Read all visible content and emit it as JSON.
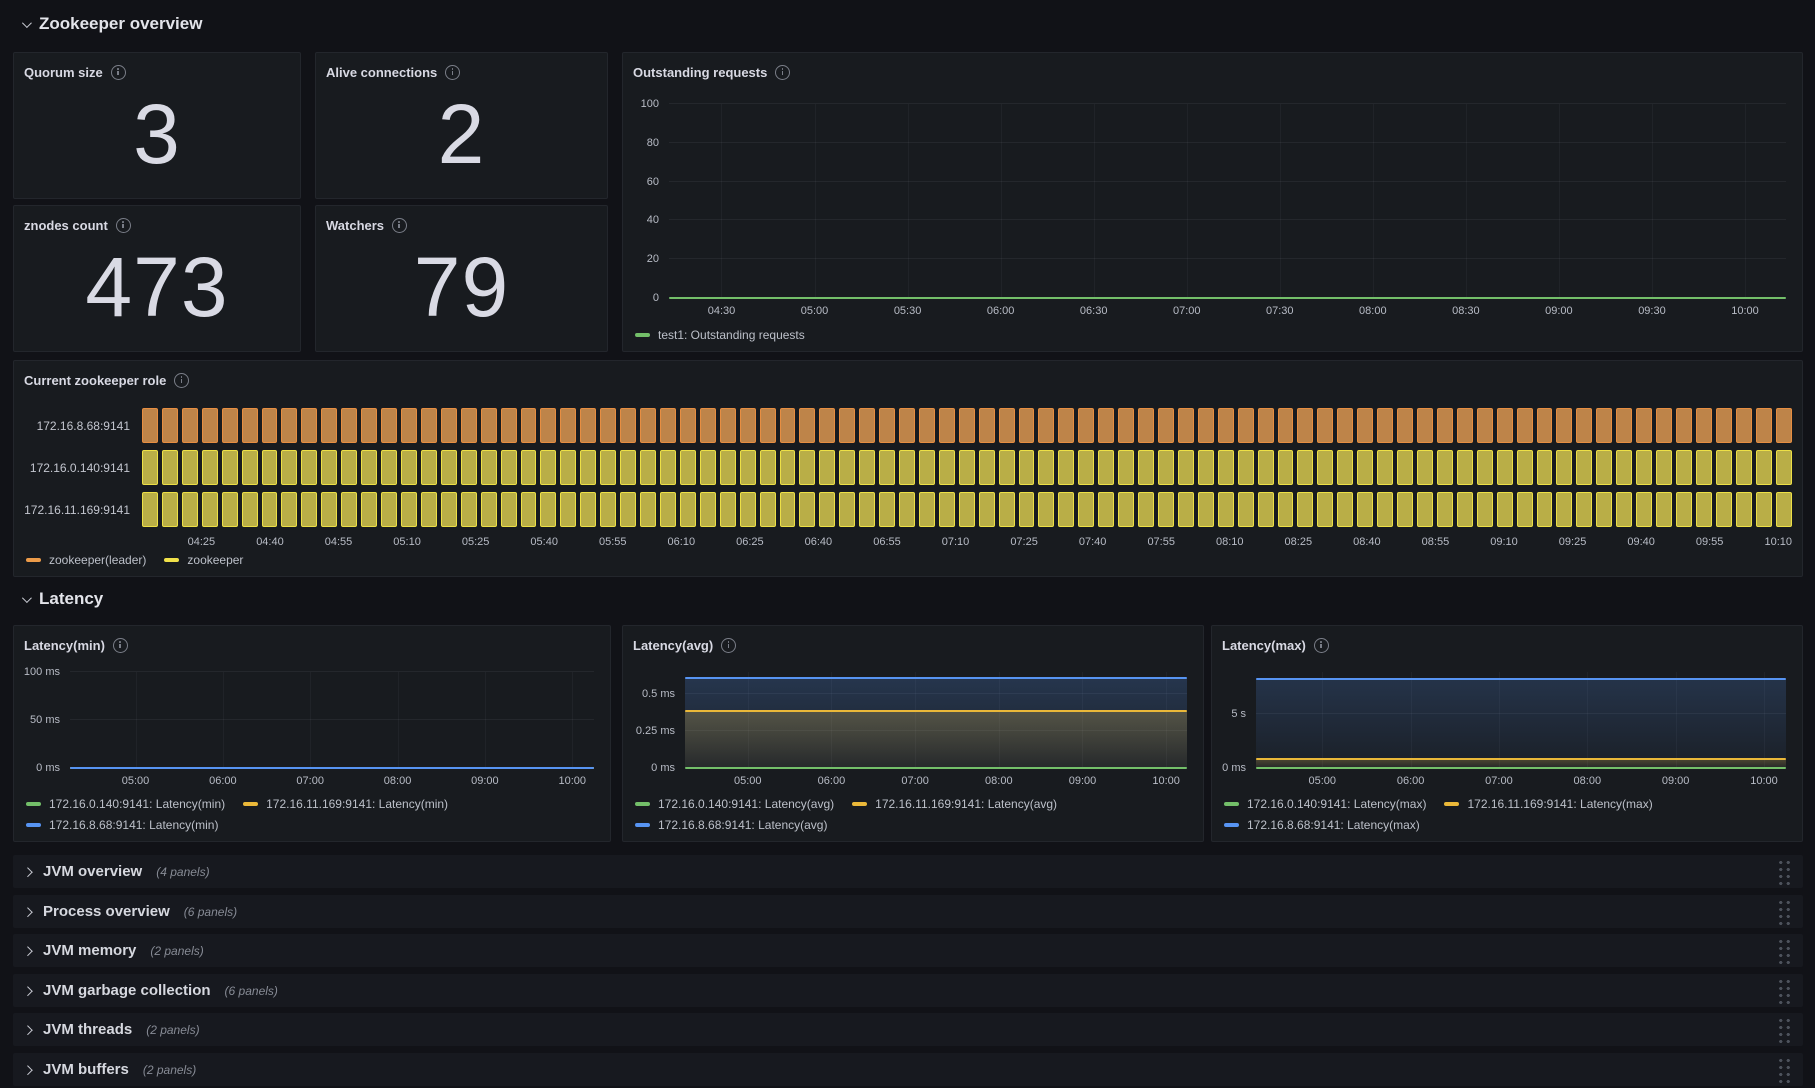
{
  "sections": {
    "zookeeper": {
      "title": "Zookeeper overview"
    },
    "latency": {
      "title": "Latency"
    }
  },
  "stats": {
    "quorum": {
      "title": "Quorum size",
      "value": "3"
    },
    "alive": {
      "title": "Alive connections",
      "value": "2"
    },
    "znodes": {
      "title": "znodes count",
      "value": "473"
    },
    "watchers": {
      "title": "Watchers",
      "value": "79"
    }
  },
  "chart_data": [
    {
      "id": "outstanding",
      "type": "line",
      "title": "Outstanding requests",
      "ylim": [
        0,
        100
      ],
      "y_ticks": [
        {
          "label": "100",
          "pct": 100
        },
        {
          "label": "80",
          "pct": 80
        },
        {
          "label": "60",
          "pct": 60
        },
        {
          "label": "40",
          "pct": 40
        },
        {
          "label": "20",
          "pct": 20
        },
        {
          "label": "0",
          "pct": 0
        }
      ],
      "x_ticks": [
        "04:30",
        "05:00",
        "05:30",
        "06:00",
        "06:30",
        "07:00",
        "07:30",
        "08:00",
        "08:30",
        "09:00",
        "09:30",
        "10:00"
      ],
      "tick_start_pct": 4.7,
      "tick_step_pct": 8.33,
      "series": [
        {
          "name": "test1: Outstanding requests",
          "color": "#73BF69",
          "value": 0,
          "pct": 0
        }
      ],
      "legend": [
        [
          {
            "label": "test1: Outstanding requests",
            "color": "#73BF69"
          }
        ]
      ]
    },
    {
      "id": "role",
      "type": "state-timeline",
      "title": "Current zookeeper role",
      "rows": [
        {
          "label": "172.16.8.68:9141",
          "state": "zookeeper(leader)"
        },
        {
          "label": "172.16.0.140:9141",
          "state": "zookeeper"
        },
        {
          "label": "172.16.11.169:9141",
          "state": "zookeeper"
        }
      ],
      "states": {
        "zookeeper(leader)": {
          "border": "#E78E41",
          "fill": "#BE8449"
        },
        "zookeeper": {
          "border": "#EDE046",
          "fill": "#B9AE47"
        }
      },
      "segments": 83,
      "x_ticks": [
        "04:25",
        "04:40",
        "04:55",
        "05:10",
        "05:25",
        "05:40",
        "05:55",
        "06:10",
        "06:25",
        "06:40",
        "06:55",
        "07:10",
        "07:25",
        "07:40",
        "07:55",
        "08:10",
        "08:25",
        "08:40",
        "08:55",
        "09:10",
        "09:25",
        "09:40",
        "09:55",
        "10:10"
      ],
      "tick_start_pct": 3.6,
      "tick_step_pct": 4.155,
      "legend": [
        [
          {
            "label": "zookeeper(leader)",
            "color": "#EC9B49"
          },
          {
            "label": "zookeeper",
            "color": "#F0E14A"
          }
        ]
      ]
    },
    {
      "id": "latency_min",
      "type": "line",
      "title": "Latency(min)",
      "ylim": [
        "0 ms",
        "100 ms"
      ],
      "y_ticks": [
        {
          "label": "100 ms",
          "pct": 100
        },
        {
          "label": "50 ms",
          "pct": 50
        },
        {
          "label": "0 ms",
          "pct": 0
        }
      ],
      "x_ticks": [
        "05:00",
        "06:00",
        "07:00",
        "08:00",
        "09:00",
        "10:00"
      ],
      "tick_start_pct": 12.5,
      "tick_step_pct": 16.67,
      "series": [
        {
          "name": "172.16.0.140:9141: Latency(min)",
          "color": "#73BF69",
          "value": "0 ms",
          "pct": 0
        },
        {
          "name": "172.16.11.169:9141: Latency(min)",
          "color": "#EAB839",
          "value": "0 ms",
          "pct": 0
        },
        {
          "name": "172.16.8.68:9141: Latency(min)",
          "color": "#5794F2",
          "value": "0 ms",
          "pct": 0
        }
      ],
      "legend": [
        [
          {
            "label": "172.16.0.140:9141: Latency(min)",
            "color": "#73BF69"
          },
          {
            "label": "172.16.11.169:9141: Latency(min)",
            "color": "#EAB839"
          }
        ],
        [
          {
            "label": "172.16.8.68:9141: Latency(min)",
            "color": "#5794F2"
          }
        ]
      ]
    },
    {
      "id": "latency_avg",
      "type": "line",
      "title": "Latency(avg)",
      "ylim": [
        "0 ms",
        "0.65 ms"
      ],
      "y_ticks": [
        {
          "label": "0.5 ms",
          "pct": 77
        },
        {
          "label": "0.25 ms",
          "pct": 38.5
        },
        {
          "label": "0 ms",
          "pct": 0
        }
      ],
      "x_ticks": [
        "05:00",
        "06:00",
        "07:00",
        "08:00",
        "09:00",
        "10:00"
      ],
      "tick_start_pct": 12.5,
      "tick_step_pct": 16.67,
      "series": [
        {
          "name": "172.16.0.140:9141: Latency(avg)",
          "color": "#73BF69",
          "value": "0 ms",
          "pct": 0
        },
        {
          "name": "172.16.11.169:9141: Latency(avg)",
          "color": "#EAB839",
          "value": "0.38 ms",
          "pct": 59,
          "fill_top": "rgba(234,184,57,0.28)",
          "fill_bottom": "rgba(234,184,57,0.05)"
        },
        {
          "name": "172.16.8.68:9141: Latency(avg)",
          "color": "#5794F2",
          "value": "0.61 ms",
          "pct": 94,
          "fill_top": "rgba(87,148,242,0.22)",
          "fill_bottom": "rgba(87,148,242,0.05)"
        }
      ],
      "legend": [
        [
          {
            "label": "172.16.0.140:9141: Latency(avg)",
            "color": "#73BF69"
          },
          {
            "label": "172.16.11.169:9141: Latency(avg)",
            "color": "#EAB839"
          }
        ],
        [
          {
            "label": "172.16.8.68:9141: Latency(avg)",
            "color": "#5794F2"
          }
        ]
      ]
    },
    {
      "id": "latency_max",
      "type": "line",
      "title": "Latency(max)",
      "ylim": [
        "0 ms",
        "9 s"
      ],
      "y_ticks": [
        {
          "label": "5 s",
          "pct": 56
        },
        {
          "label": "0 ms",
          "pct": 0
        }
      ],
      "x_ticks": [
        "05:00",
        "06:00",
        "07:00",
        "08:00",
        "09:00",
        "10:00"
      ],
      "tick_start_pct": 12.5,
      "tick_step_pct": 16.67,
      "series": [
        {
          "name": "172.16.0.140:9141: Latency(max)",
          "color": "#73BF69",
          "value": "0 ms",
          "pct": 0
        },
        {
          "name": "172.16.11.169:9141: Latency(max)",
          "color": "#EAB839",
          "value": "0.7 s",
          "pct": 9,
          "fill_top": "rgba(234,184,57,0.25)",
          "fill_bottom": "rgba(234,184,57,0.05)"
        },
        {
          "name": "172.16.8.68:9141: Latency(max)",
          "color": "#5794F2",
          "value": "8 s",
          "pct": 93,
          "fill_top": "rgba(87,148,242,0.20)",
          "fill_bottom": "rgba(87,148,242,0.04)"
        }
      ],
      "legend": [
        [
          {
            "label": "172.16.0.140:9141: Latency(max)",
            "color": "#73BF69"
          },
          {
            "label": "172.16.11.169:9141: Latency(max)",
            "color": "#EAB839"
          }
        ],
        [
          {
            "label": "172.16.8.68:9141: Latency(max)",
            "color": "#5794F2"
          }
        ]
      ]
    }
  ],
  "collapsed_rows": [
    {
      "title": "JVM overview",
      "count": "(4 panels)"
    },
    {
      "title": "Process overview",
      "count": "(6 panels)"
    },
    {
      "title": "JVM memory",
      "count": "(2 panels)"
    },
    {
      "title": "JVM garbage collection",
      "count": "(6 panels)"
    },
    {
      "title": "JVM threads",
      "count": "(2 panels)"
    },
    {
      "title": "JVM buffers",
      "count": "(2 panels)"
    }
  ]
}
